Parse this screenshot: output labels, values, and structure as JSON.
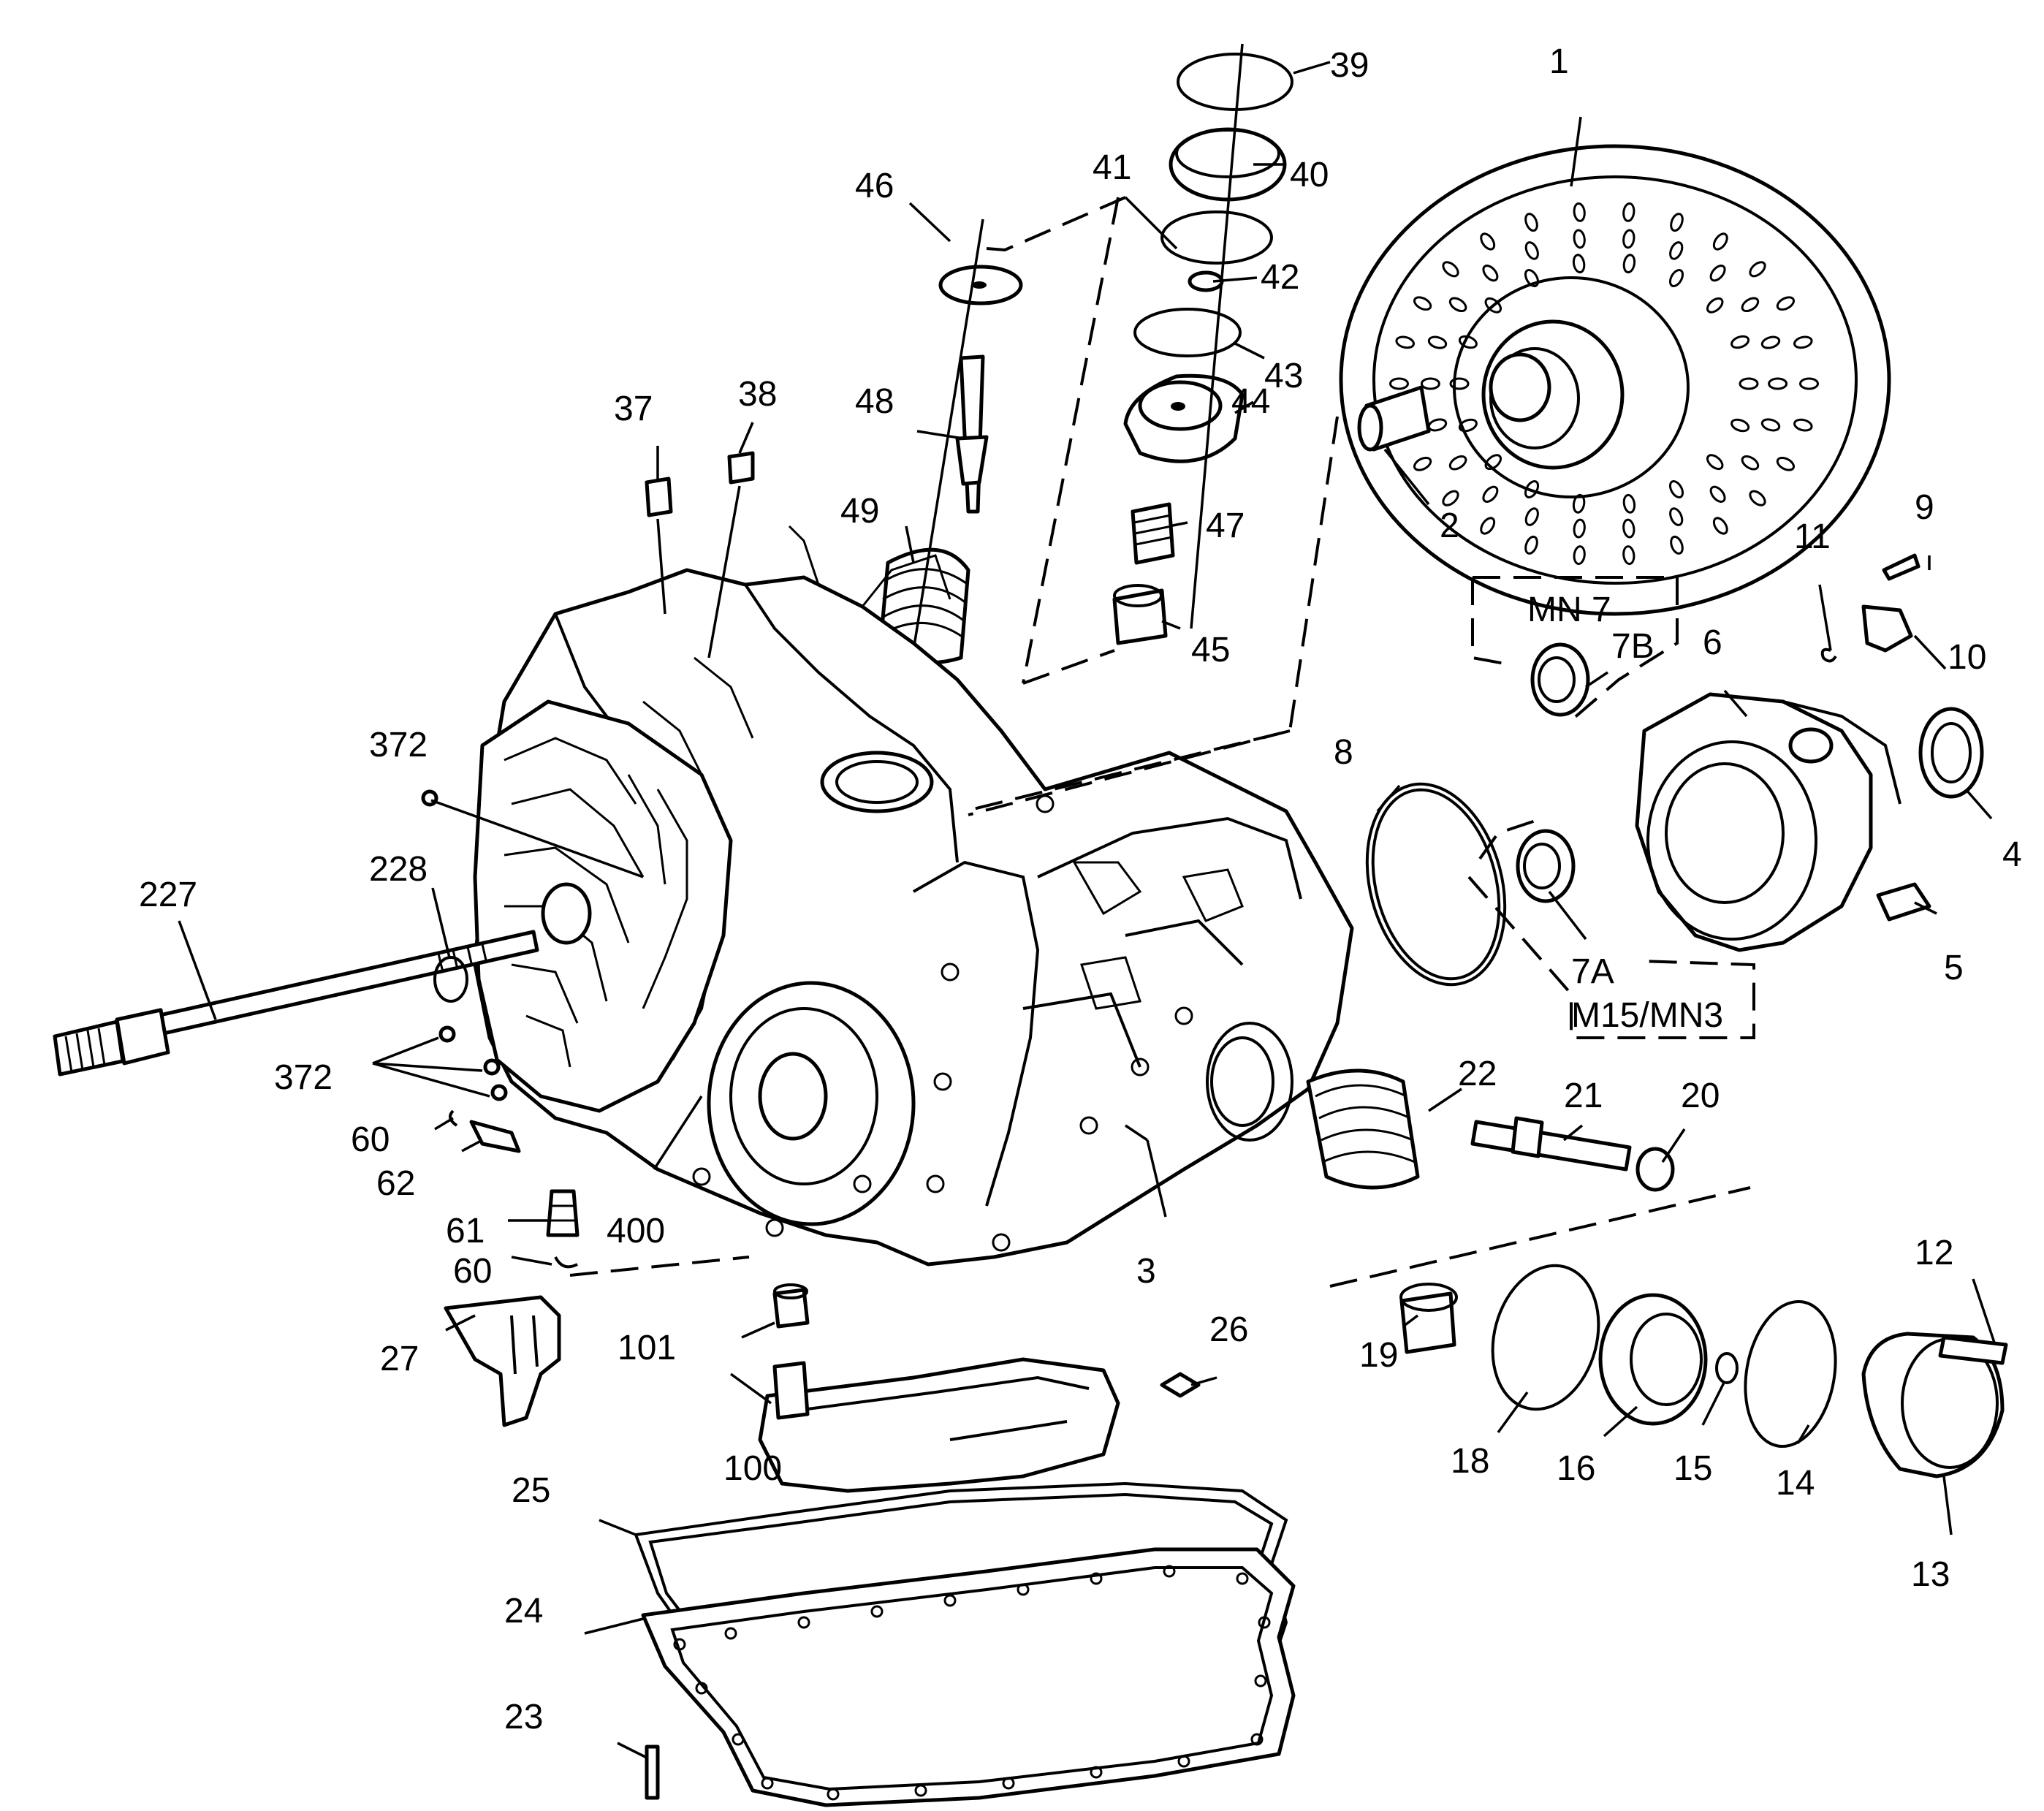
{
  "colors": {
    "line": "#000000",
    "background": "#ffffff"
  },
  "callouts": {
    "n1": "1",
    "n2": "2",
    "n3": "3",
    "n4": "4",
    "n5": "5",
    "n6": "6",
    "n7a": "7A",
    "n7b": "7B",
    "n8": "8",
    "n9": "9",
    "n10": "10",
    "n11": "11",
    "n12": "12",
    "n13": "13",
    "n14": "14",
    "n15": "15",
    "n16": "16",
    "n18": "18",
    "n19": "19",
    "n20": "20",
    "n21": "21",
    "n22": "22",
    "n23": "23",
    "n24": "24",
    "n25": "25",
    "n26": "26",
    "n27": "27",
    "n37": "37",
    "n38": "38",
    "n39": "39",
    "n40": "40",
    "n41": "41",
    "n42": "42",
    "n43": "43",
    "n44": "44",
    "n45": "45",
    "n46": "46",
    "n47": "47",
    "n48": "48",
    "n49": "49",
    "n60a": "60",
    "n60b": "60",
    "n61": "61",
    "n62": "62",
    "n100": "100",
    "n101": "101",
    "n227": "227",
    "n228": "228",
    "n372a": "372",
    "n372b": "372",
    "n400": "400"
  },
  "option_labels": {
    "mn7": "MN 7",
    "m15": "M15/MN3"
  }
}
